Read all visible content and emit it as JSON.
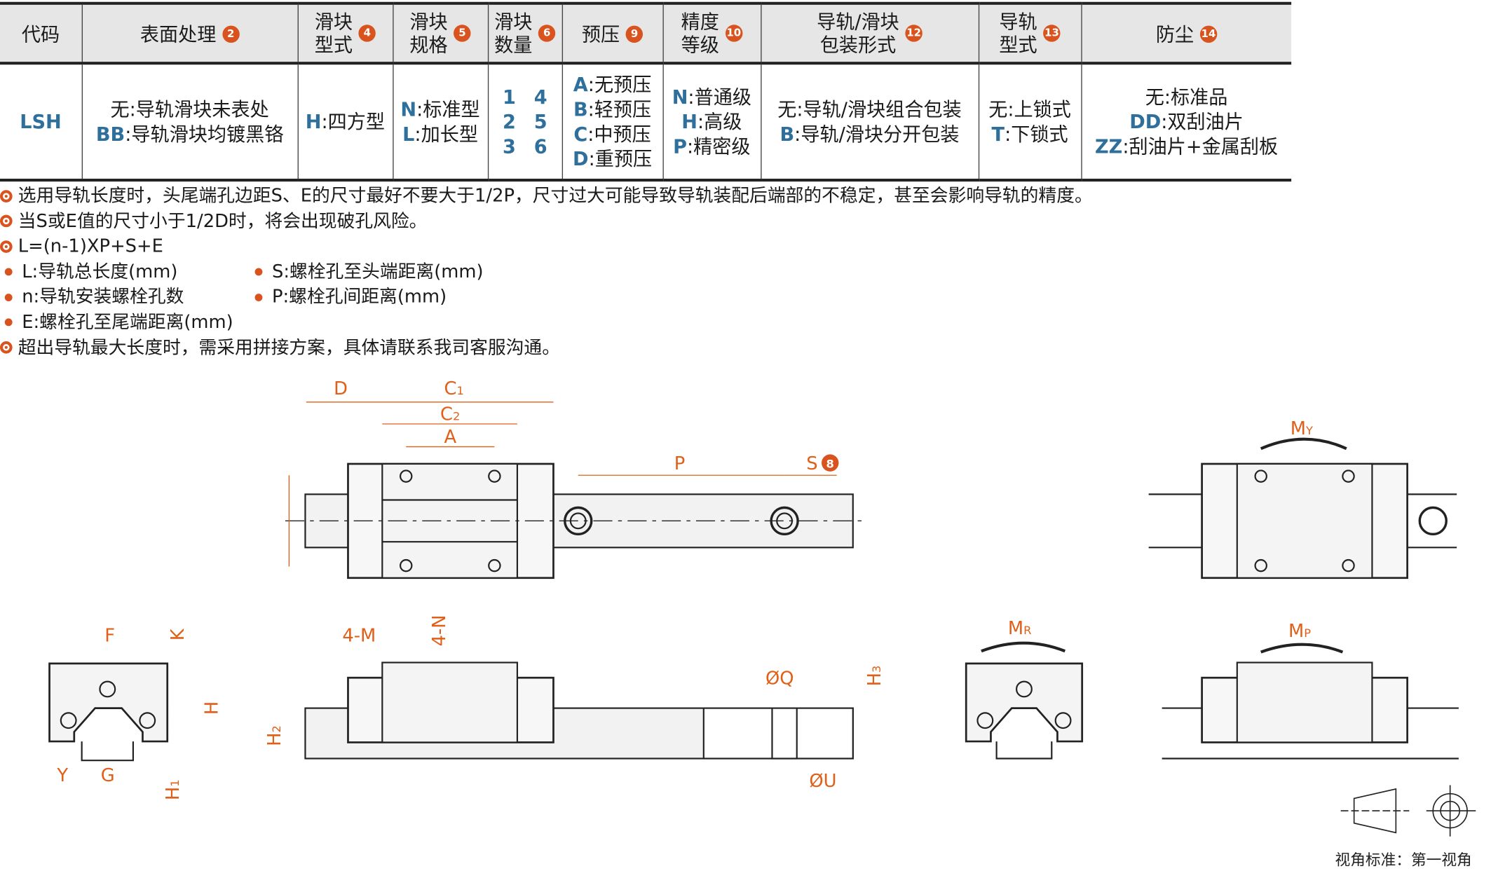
{
  "table": {
    "headers": [
      {
        "l1": "代码",
        "badge": ""
      },
      {
        "l1": "表面处理",
        "badge": "2"
      },
      {
        "l1": "滑块",
        "l2": "型式",
        "badge": "4"
      },
      {
        "l1": "滑块",
        "l2": "规格",
        "badge": "5"
      },
      {
        "l1": "滑块",
        "l2": "数量",
        "badge": "6"
      },
      {
        "l1": "预压",
        "badge": "9"
      },
      {
        "l1": "精度",
        "l2": "等级",
        "badge": "10"
      },
      {
        "l1": "导轨/滑块",
        "l2": "包装形式",
        "badge": "12"
      },
      {
        "l1": "导轨",
        "l2": "型式",
        "badge": "13"
      },
      {
        "l1": "防尘",
        "badge": "14"
      }
    ],
    "code": "LSH",
    "surface": [
      {
        "k": "无",
        "v": ":导轨滑块未表处"
      },
      {
        "k": "BB",
        "v": ":导轨滑块均镀黑铬"
      }
    ],
    "block_type": [
      {
        "k": "H",
        "v": ":四方型"
      }
    ],
    "block_size": [
      {
        "k": "N",
        "v": ":标准型"
      },
      {
        "k": "L",
        "v": ":加长型"
      }
    ],
    "block_qty": [
      [
        "1",
        "4"
      ],
      [
        "2",
        "5"
      ],
      [
        "3",
        "6"
      ]
    ],
    "preload": [
      {
        "k": "A",
        "v": ":无预压"
      },
      {
        "k": "B",
        "v": ":轻预压"
      },
      {
        "k": "C",
        "v": ":中预压"
      },
      {
        "k": "D",
        "v": ":重预压"
      }
    ],
    "accuracy": [
      {
        "k": "N",
        "v": ":普通级"
      },
      {
        "k": "H",
        "v": ":高级"
      },
      {
        "k": "P",
        "v": ":精密级"
      }
    ],
    "packaging": [
      {
        "k": "无",
        "v": ":导轨/滑块组合包装"
      },
      {
        "k": "B",
        "v": ":导轨/滑块分开包装"
      }
    ],
    "rail_type": [
      {
        "k": "无",
        "v": ":上锁式"
      },
      {
        "k": "T",
        "v": ":下锁式"
      }
    ],
    "dust": [
      {
        "k": "无",
        "v": ":标准品"
      },
      {
        "k": "DD",
        "v": ":双刮油片"
      },
      {
        "k": "ZZ",
        "v": ":刮油片+金属刮板"
      }
    ]
  },
  "notes": {
    "n1": "选用导轨长度时，头尾端孔边距S、E的尺寸最好不要大于1/2P，尺寸过大可能导致导轨装配后端部的不稳定，甚至会影响导轨的精度。",
    "n2": "当S或E值的尺寸小于1/2D时，将会出现破孔风险。",
    "n3": "L=(n-1)XP+S+E",
    "b1": "L:导轨总长度(mm)",
    "b2": "S:螺栓孔至头端距离(mm)",
    "b3": "n:导轨安装螺栓孔数",
    "b4": "P:螺栓孔间距离(mm)",
    "b5": "E:螺栓孔至尾端距离(mm)",
    "n4": "超出导轨最大长度时，需采用拼接方案，具体请联系我司客服沟通。"
  },
  "drawing": {
    "D": "D",
    "C": "C",
    "one": "1",
    "two": "2",
    "three": "3",
    "A": "A",
    "P": "P",
    "S": "S",
    "S_badge": "8",
    "M": "M",
    "Y_sub": "Y",
    "R_sub": "R",
    "P_sub": "P",
    "F": "F",
    "K": "K",
    "H": "H",
    "Y": "Y",
    "G": "G",
    "M4": "4-M",
    "N4": "4-N",
    "Q": "ØQ",
    "U": "ØU",
    "view_standard": "视角标准：第一视角"
  },
  "colors": {
    "accent": "#d9531e",
    "key": "#2f6f9c",
    "dim": "#e0601a"
  }
}
